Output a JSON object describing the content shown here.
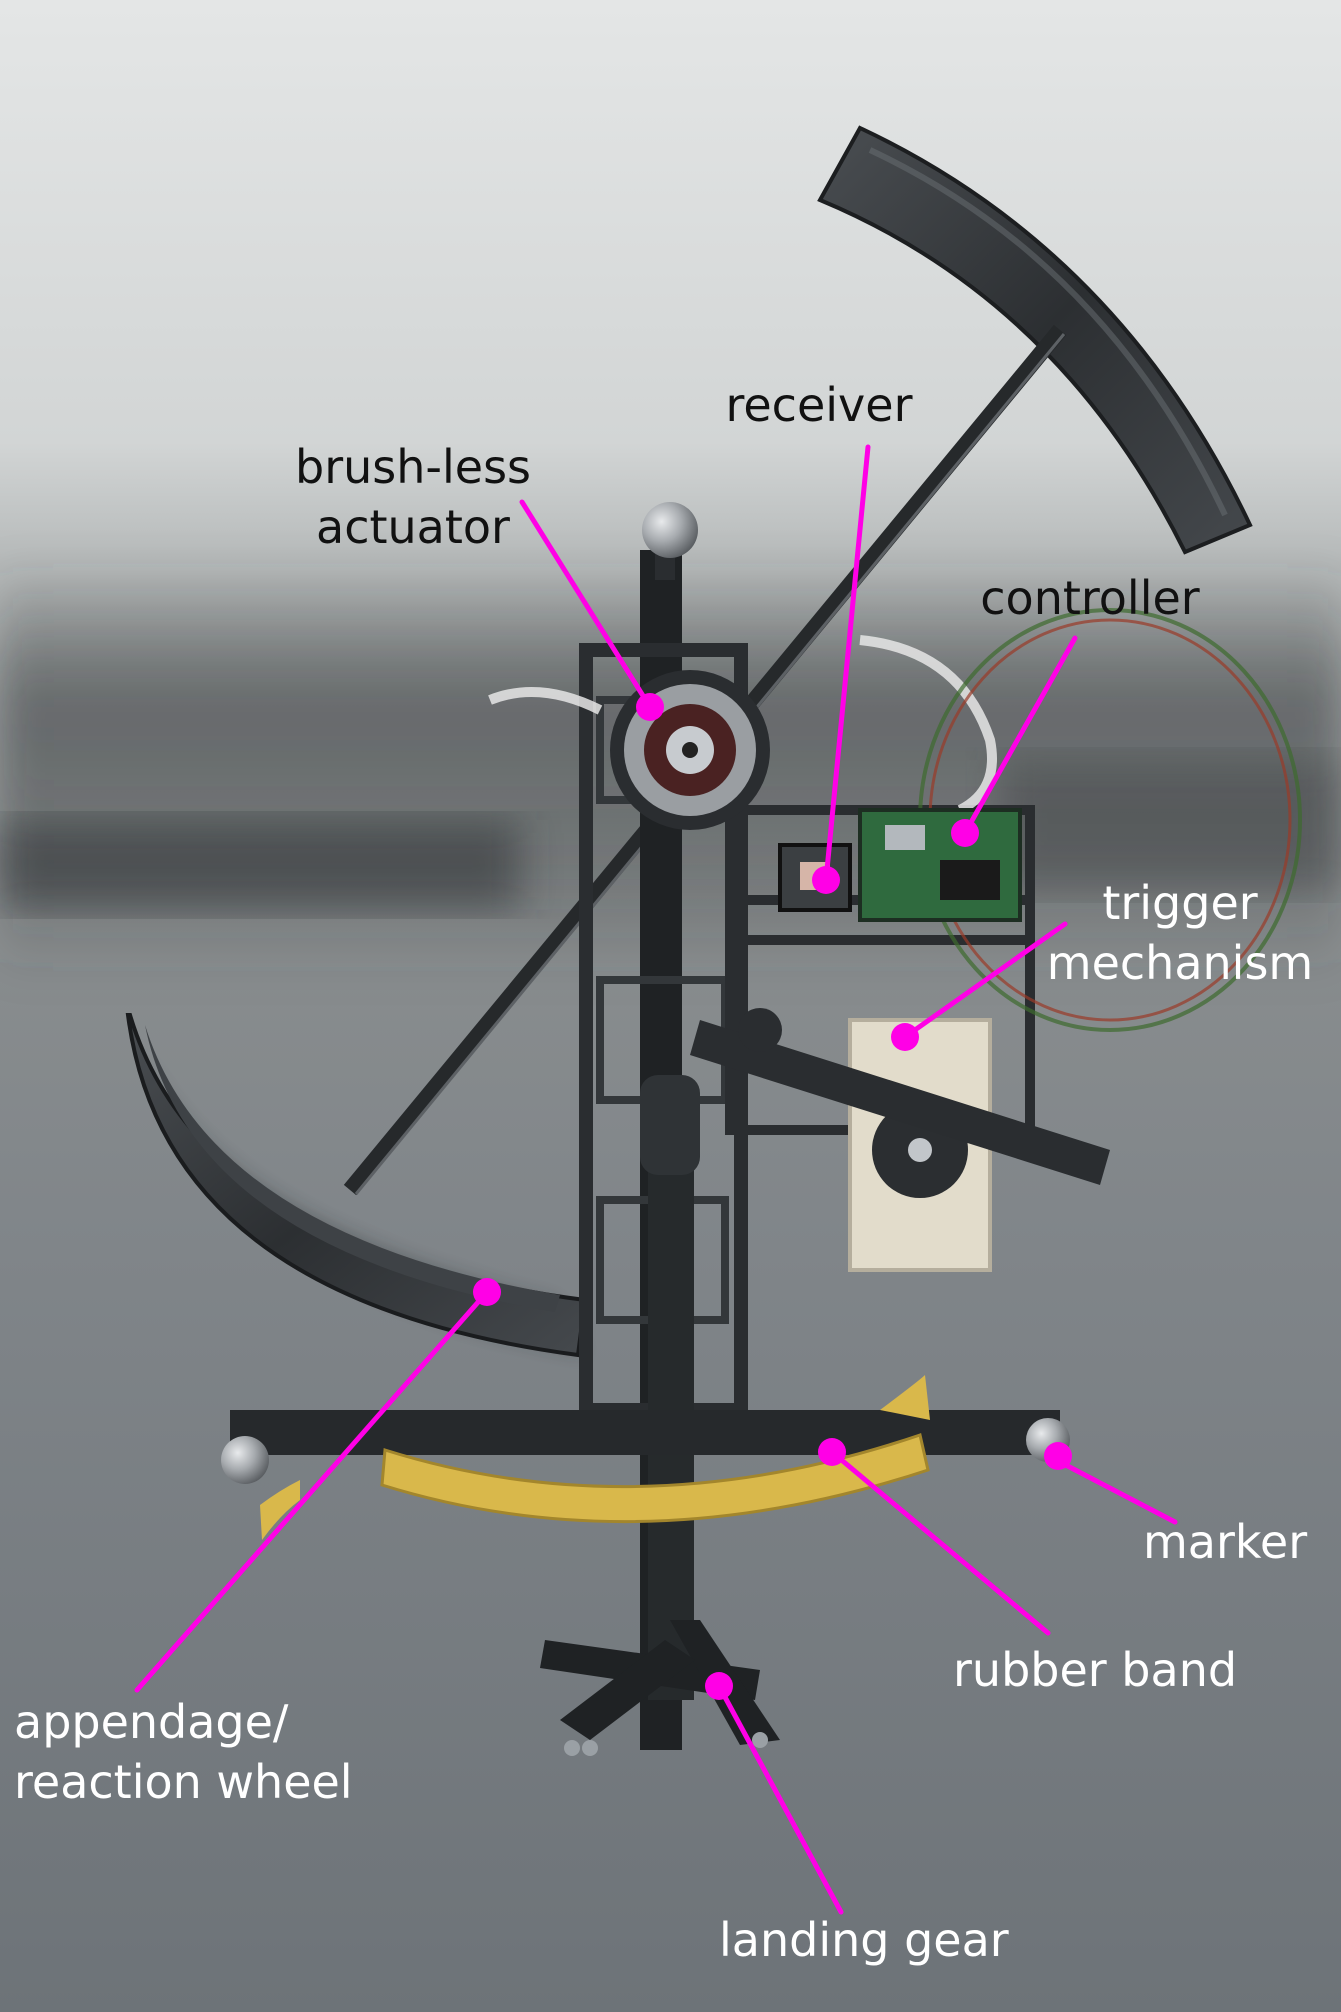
{
  "figure": {
    "annotation_color": "#ff00e6",
    "labels": {
      "receiver": "receiver",
      "brushless_line1": "brush-less",
      "brushless_line2": "actuator",
      "controller": "controller",
      "trigger_line1": "trigger",
      "trigger_line2": "mechanism",
      "marker": "marker",
      "rubber_band": "rubber band",
      "appendage_line1": "appendage/",
      "appendage_line2": "reaction wheel",
      "landing_gear": "landing gear"
    }
  }
}
